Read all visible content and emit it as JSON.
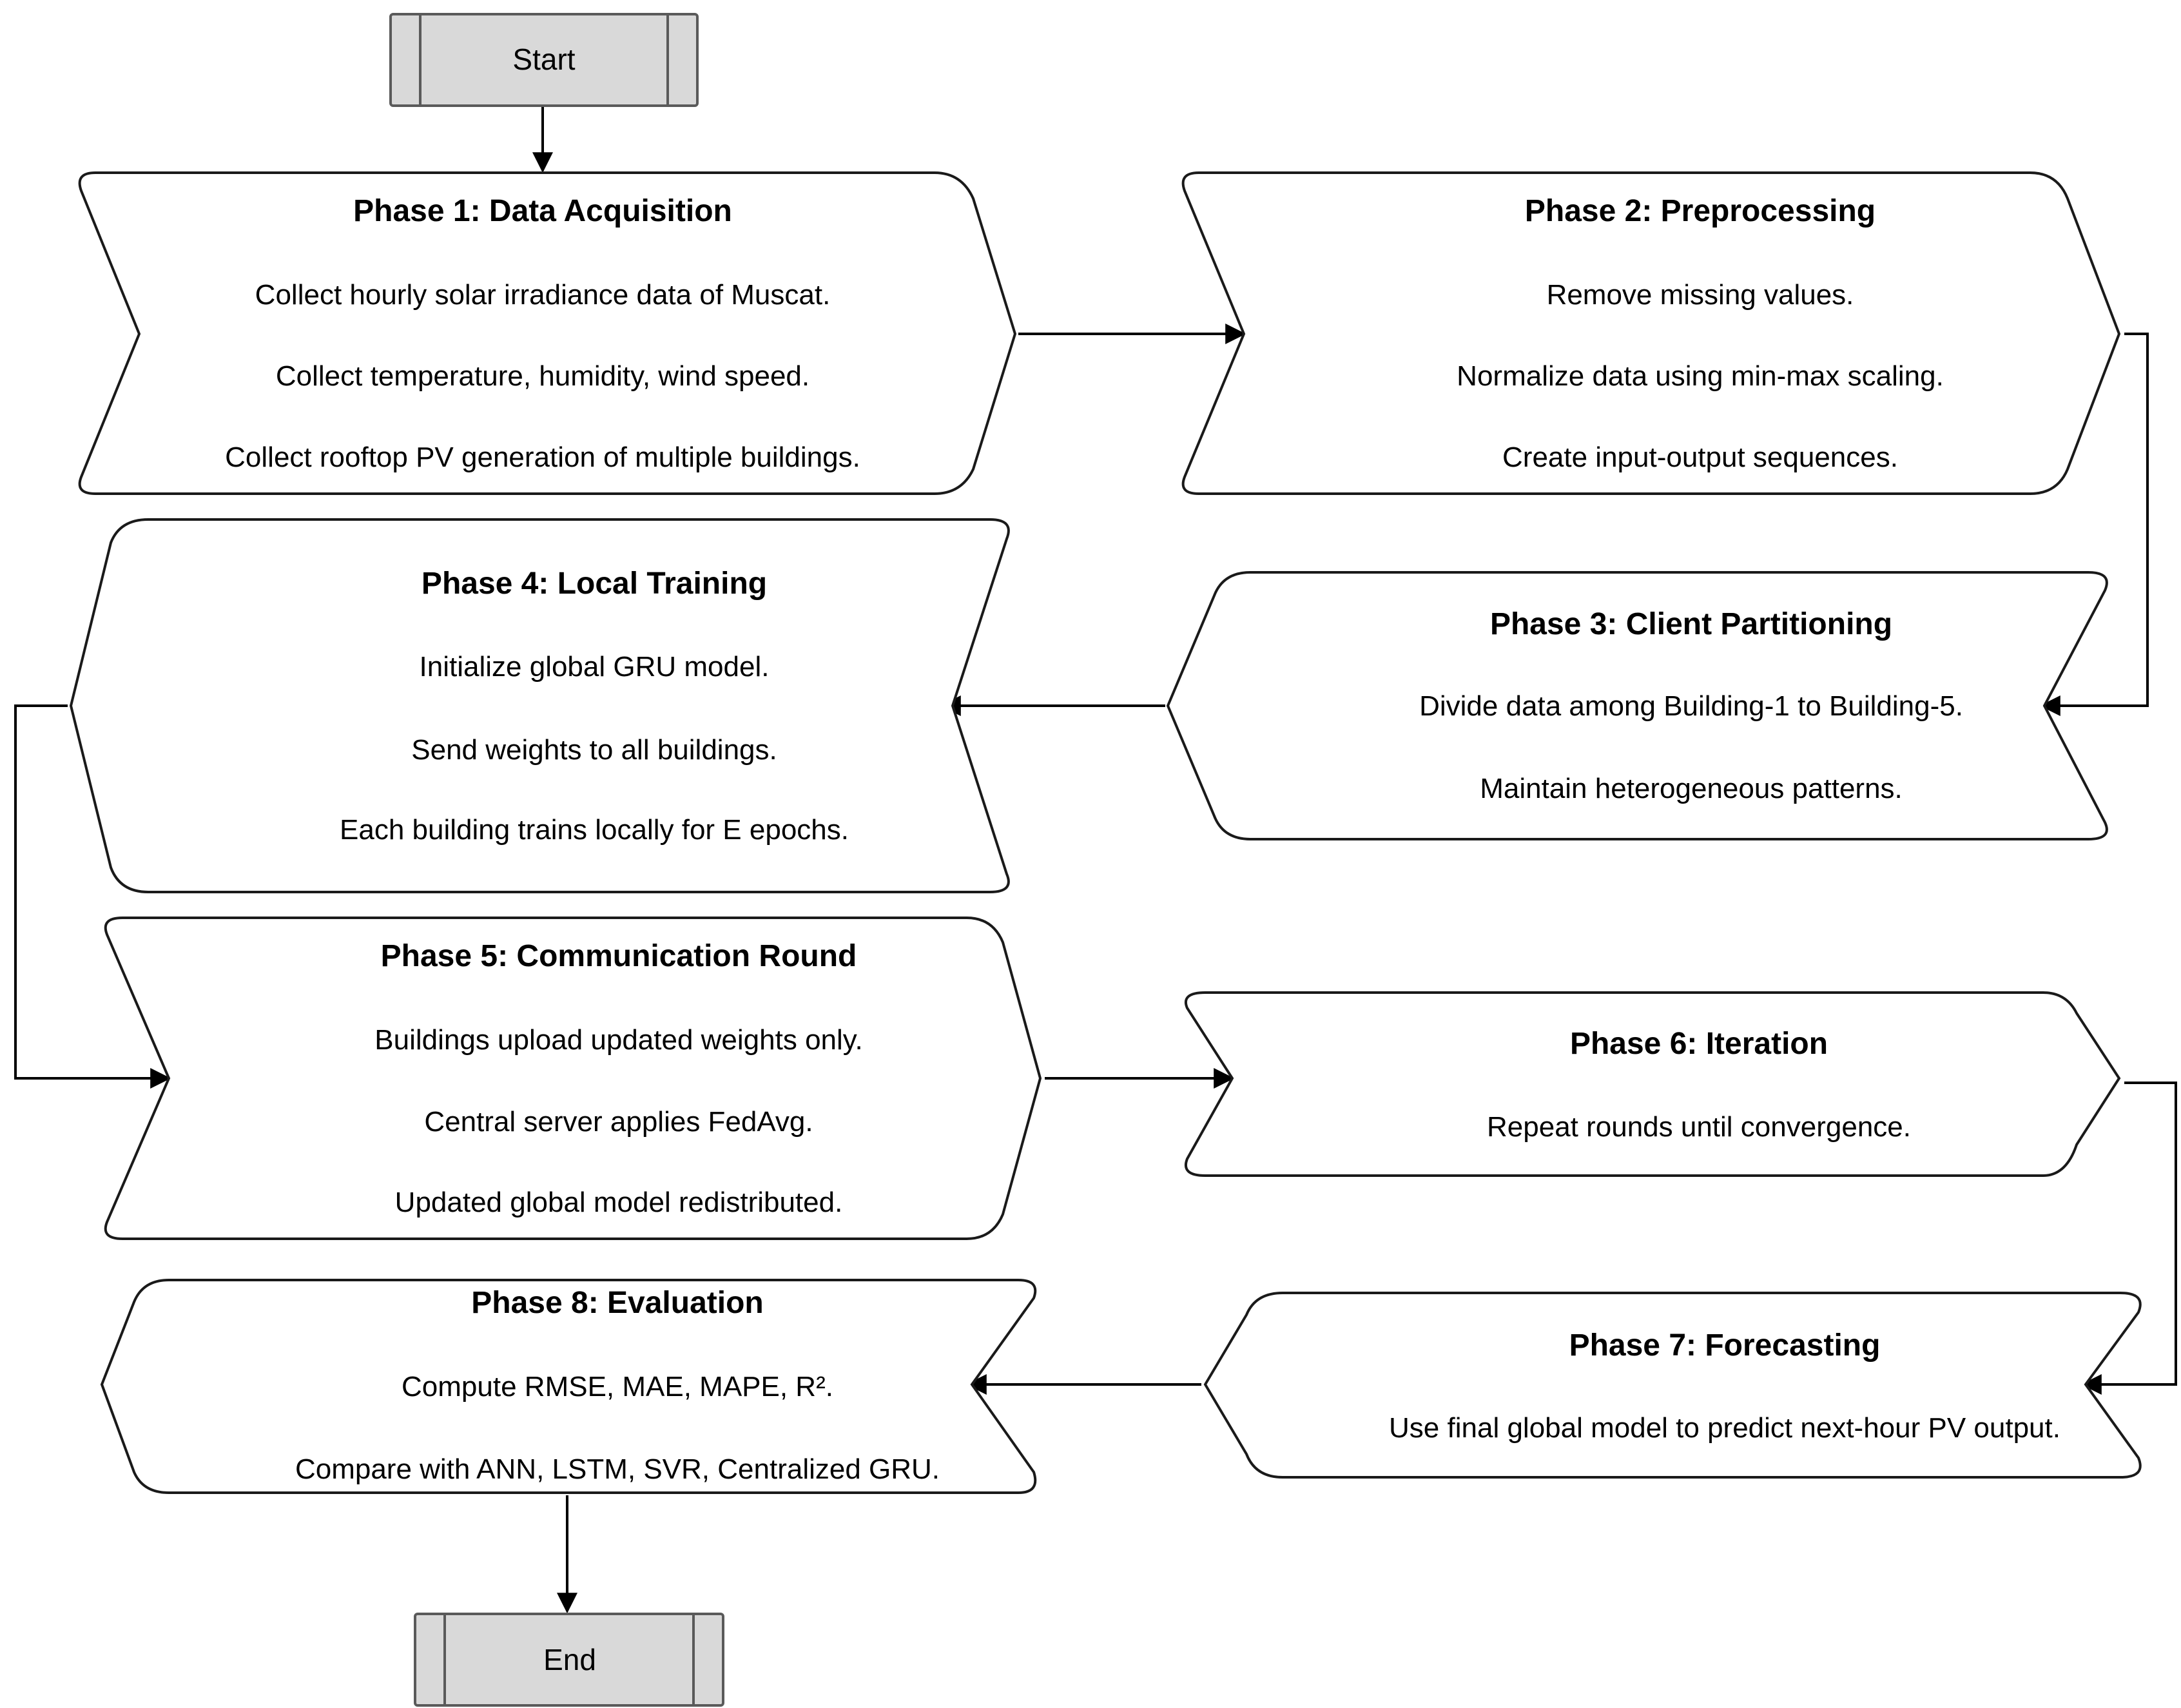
{
  "start_label": "Start",
  "end_label": "End",
  "phases": {
    "p1": {
      "title": "Phase 1: Data Acquisition",
      "lines": [
        "Collect hourly solar irradiance data of Muscat.",
        "Collect temperature, humidity, wind speed.",
        "Collect rooftop PV generation of multiple buildings."
      ]
    },
    "p2": {
      "title": "Phase 2: Preprocessing",
      "lines": [
        "Remove missing values.",
        "Normalize data using min-max scaling.",
        "Create input-output sequences."
      ]
    },
    "p3": {
      "title": "Phase 3: Client Partitioning",
      "lines": [
        "Divide data among Building-1 to Building-5.",
        "Maintain heterogeneous patterns."
      ]
    },
    "p4": {
      "title": "Phase 4: Local Training",
      "lines": [
        "Initialize global GRU model.",
        "Send weights to all buildings.",
        "Each building trains locally for E epochs."
      ]
    },
    "p5": {
      "title": "Phase 5: Communication Round",
      "lines": [
        "Buildings upload updated weights only.",
        "Central server applies FedAvg.",
        "Updated global model redistributed."
      ]
    },
    "p6": {
      "title": "Phase 6: Iteration",
      "lines": [
        "Repeat rounds until convergence."
      ]
    },
    "p7": {
      "title": "Phase 7: Forecasting",
      "lines": [
        "Use final global model to predict next-hour PV output."
      ]
    },
    "p8": {
      "title": "Phase 8: Evaluation",
      "lines": [
        "Compute RMSE, MAE, MAPE, R².",
        "Compare with ANN, LSTM, SVR, Centralized GRU."
      ]
    }
  }
}
